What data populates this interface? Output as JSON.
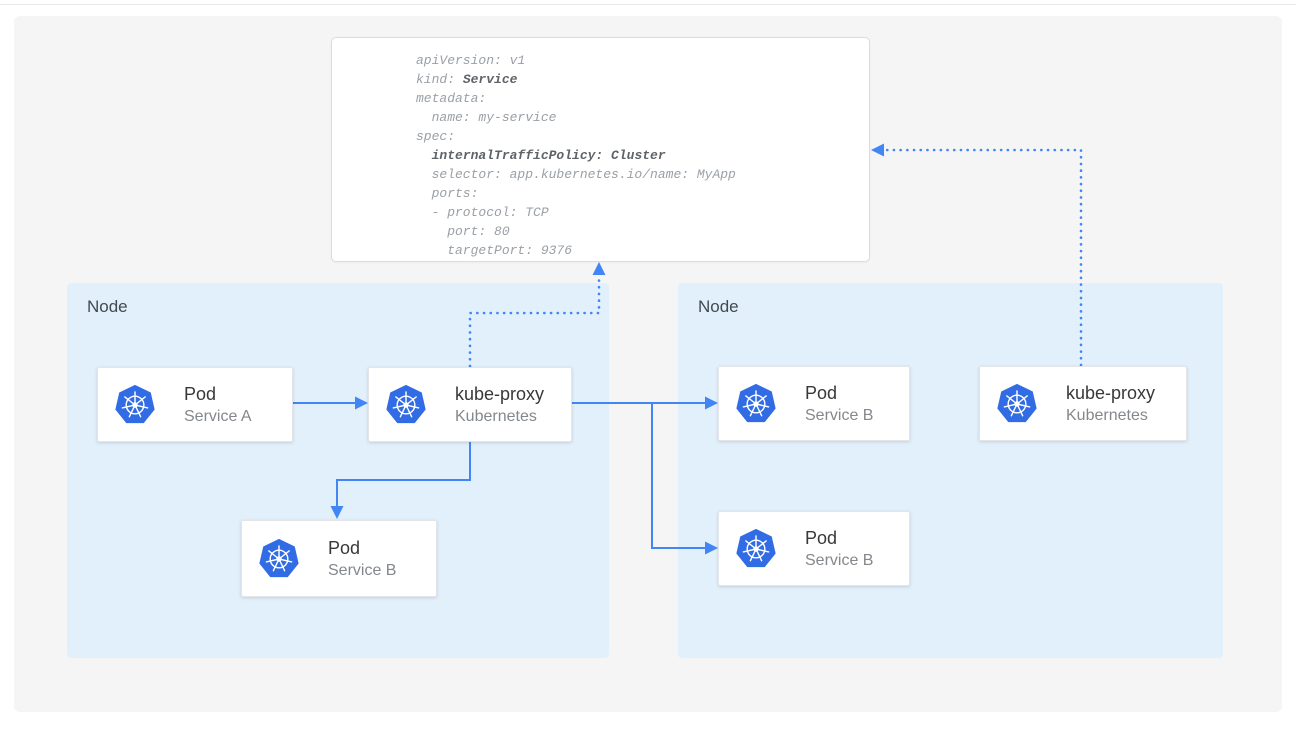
{
  "yaml": {
    "lines": [
      {
        "segments": [
          {
            "text": "apiVersion: v1",
            "bold": false
          }
        ]
      },
      {
        "segments": [
          {
            "text": "kind: ",
            "bold": false
          },
          {
            "text": "Service",
            "bold": true
          }
        ]
      },
      {
        "segments": [
          {
            "text": "metadata:",
            "bold": false
          }
        ]
      },
      {
        "segments": [
          {
            "text": "  name: my-service",
            "bold": false
          }
        ]
      },
      {
        "segments": [
          {
            "text": "spec:",
            "bold": false
          }
        ]
      },
      {
        "segments": [
          {
            "text": "  ",
            "bold": false
          },
          {
            "text": "internalTrafficPolicy: Cluster",
            "bold": true
          }
        ]
      },
      {
        "segments": [
          {
            "text": "  selector: app.kubernetes.io/name: MyApp",
            "bold": false
          }
        ]
      },
      {
        "segments": [
          {
            "text": "  ports:",
            "bold": false
          }
        ]
      },
      {
        "segments": [
          {
            "text": "  - protocol: TCP",
            "bold": false
          }
        ]
      },
      {
        "segments": [
          {
            "text": "    port: 80",
            "bold": false
          }
        ]
      },
      {
        "segments": [
          {
            "text": "    targetPort: 9376",
            "bold": false
          }
        ]
      }
    ]
  },
  "nodes": [
    {
      "label": "Node",
      "cards": [
        {
          "title": "Pod",
          "subtitle": "Service A",
          "icon": "kubernetes-logo"
        },
        {
          "title": "kube-proxy",
          "subtitle": "Kubernetes",
          "icon": "kubernetes-logo"
        },
        {
          "title": "Pod",
          "subtitle": "Service B",
          "icon": "kubernetes-logo"
        }
      ]
    },
    {
      "label": "Node",
      "cards": [
        {
          "title": "Pod",
          "subtitle": "Service B",
          "icon": "kubernetes-logo"
        },
        {
          "title": "kube-proxy",
          "subtitle": "Kubernetes",
          "icon": "kubernetes-logo"
        },
        {
          "title": "Pod",
          "subtitle": "Service B",
          "icon": "kubernetes-logo"
        }
      ]
    }
  ],
  "colors": {
    "arrow_blue": "#4285f4",
    "kubernetes_blue": "#326ce5",
    "node_panel_blue": "#e2f0fc",
    "canvas_gray": "#f5f5f5",
    "code_regular": "#9aa0a6",
    "code_bold": "#5f6368"
  }
}
